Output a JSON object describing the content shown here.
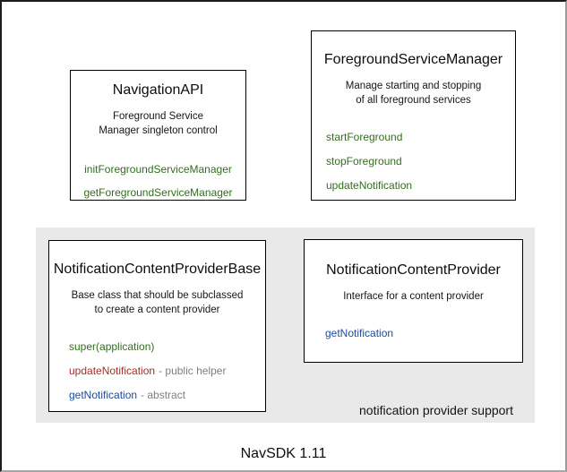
{
  "frame": {
    "caption": "NavSDK 1.11"
  },
  "colors": {
    "method_green": "#336e1e",
    "method_red": "#a42f2a",
    "method_blue": "#1d4a9c",
    "annotation_gray": "#7f7f7f",
    "panel_bg": "#e9e9e9"
  },
  "boxes": {
    "navigation_api": {
      "title": "NavigationAPI",
      "description": [
        "Foreground Service",
        "Manager singleton control"
      ],
      "methods": [
        {
          "name": "initForegroundServiceManager",
          "color": "#336e1e"
        },
        {
          "name": "getForegroundServiceManager",
          "color": "#336e1e"
        }
      ]
    },
    "foreground_service_manager": {
      "title": "ForegroundServiceManager",
      "description": [
        "Manage starting and stopping",
        "of all foreground services"
      ],
      "methods": [
        {
          "name": "startForeground",
          "color": "#336e1e"
        },
        {
          "name": "stopForeground",
          "color": "#336e1e"
        },
        {
          "name": "updateNotification",
          "color": "#336e1e"
        }
      ]
    },
    "notification_content_provider_base": {
      "title": "NotificationContentProviderBase",
      "description": [
        "Base class that should be subclassed",
        "to create a content provider"
      ],
      "methods": [
        {
          "name": "super(application)",
          "color": "#336e1e",
          "annotation": ""
        },
        {
          "name": "updateNotification",
          "color": "#a42f2a",
          "annotation": "- public helper"
        },
        {
          "name": "getNotification",
          "color": "#1d4a9c",
          "annotation": "- abstract"
        }
      ]
    },
    "notification_content_provider": {
      "title": "NotificationContentProvider",
      "description": [
        "Interface for a content provider"
      ],
      "methods": [
        {
          "name": "getNotification",
          "color": "#1d4a9c"
        }
      ]
    }
  },
  "panel": {
    "caption": "notification provider support"
  }
}
